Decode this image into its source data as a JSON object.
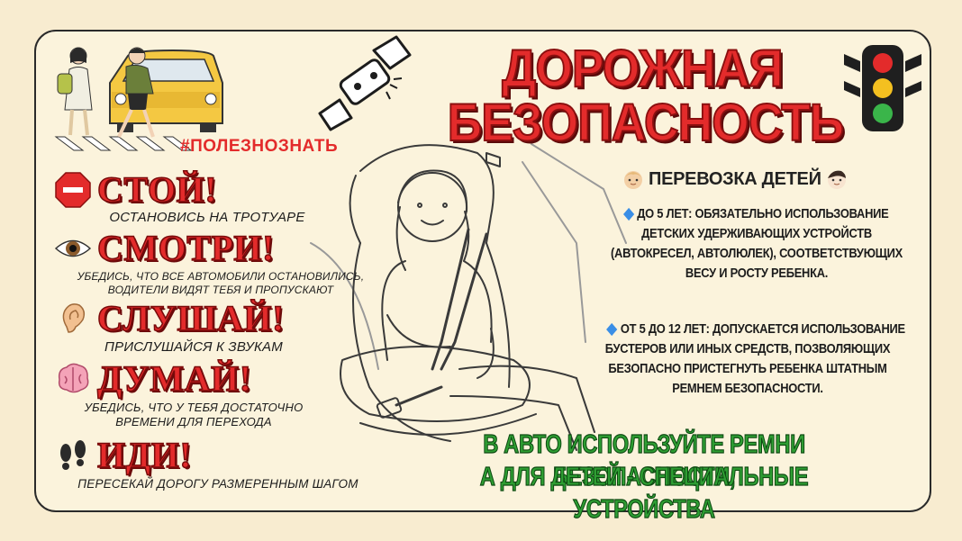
{
  "title": {
    "line1": "ДОРОЖНАЯ",
    "line2": "БЕЗОПАСНОСТЬ"
  },
  "hashtag": "#ПОЛЕЗНОЗНАТЬ",
  "commands": [
    {
      "icon": "stop-sign-icon",
      "word": "СТОЙ!",
      "text": [
        "ОСТАНОВИСЬ НА ТРОТУАРЕ"
      ]
    },
    {
      "icon": "eye-icon",
      "word": "СМОТРИ!",
      "text": [
        "УБЕДИСЬ, ЧТО ВСЕ АВТОМОБИЛИ ОСТАНОВИЛИСЬ,",
        "ВОДИТЕЛИ ВИДЯТ ТЕБЯ И ПРОПУСКАЮТ"
      ]
    },
    {
      "icon": "ear-icon",
      "word": "СЛУШАЙ!",
      "text": [
        "ПРИСЛУШАЙСЯ К ЗВУКАМ"
      ]
    },
    {
      "icon": "brain-icon",
      "word": "ДУМАЙ!",
      "text": [
        "УБЕДИСЬ, ЧТО У ТЕБЯ ДОСТАТОЧНО",
        "ВРЕМЕНИ ДЛЯ ПЕРЕХОДА"
      ]
    },
    {
      "icon": "footprints-icon",
      "word": "ИДИ!",
      "text": [
        "ПЕРЕСЕКАЙ ДОРОГУ РАЗМЕРЕННЫМ ШАГОМ"
      ]
    }
  ],
  "transport": {
    "heading": "ПЕРЕВОЗКА ДЕТЕЙ",
    "rule1": [
      "ДО 5 ЛЕТ: ОБЯЗАТЕЛЬНО ИСПОЛЬЗОВАНИЕ",
      "ДЕТСКИХ УДЕРЖИВАЮЩИХ УСТРОЙСТВ",
      "(АВТОКРЕСЕЛ, АВТОЛЮЛЕК), СООТВЕТСТВУЮЩИХ",
      "ВЕСУ И РОСТУ РЕБЕНКА."
    ],
    "rule2": [
      "ОТ 5 ДО 12 ЛЕТ: ДОПУСКАЕТСЯ ИСПОЛЬЗОВАНИЕ",
      "БУСТЕРОВ ИЛИ ИНЫХ СРЕДСТВ, ПОЗВОЛЯЮЩИХ",
      "БЕЗОПАСНО ПРИСТЕГНУТЬ РЕБЕНКА ШТАТНЫМ",
      "РЕМНЕМ БЕЗОПАСНОСТИ."
    ]
  },
  "slogan": {
    "line1": "В АВТО ИСПОЛЬЗУЙТЕ РЕМНИ БЕЗОПАСНОСТИ,",
    "line2": "А ДЛЯ ДЕТЕЙ - СПЕЦИАЛЬНЫЕ УСТРОЙСТВА"
  },
  "colors": {
    "red": "#e32b2b",
    "green": "#2e9e33",
    "background": "#f8ecd0",
    "taxi": "#f4c842"
  }
}
